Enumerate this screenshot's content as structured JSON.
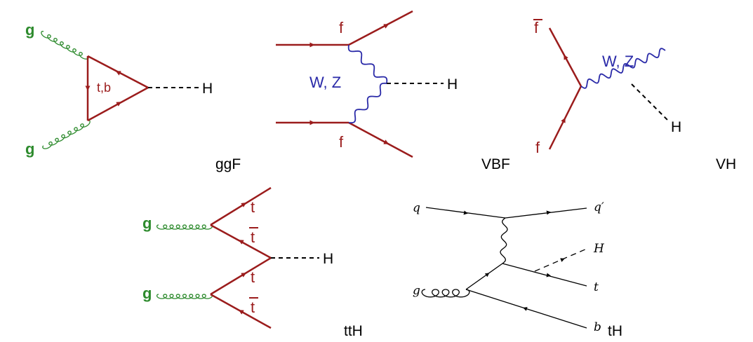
{
  "colors": {
    "fermion": "#9b1c1c",
    "gluon": "#2e8b2e",
    "boson": "#2a2aa8",
    "scalar": "#000000",
    "plain": "#000000"
  },
  "diagrams": {
    "ggF": {
      "caption": "ggF",
      "g_top": "g",
      "g_bottom": "g",
      "loop": "t,b",
      "higgs": "H"
    },
    "VBF": {
      "caption": "VBF",
      "f_top": "f",
      "f_bottom": "f",
      "boson": "W, Z",
      "higgs": "H"
    },
    "VH": {
      "caption": "VH",
      "fbar": "f",
      "f": "f",
      "boson": "W, Z",
      "higgs": "H"
    },
    "ttH": {
      "caption": "ttH",
      "g_top": "g",
      "g_bottom": "g",
      "t1": "t",
      "tbar1": "t",
      "t2": "t",
      "tbar2": "t",
      "higgs": "H"
    },
    "tH": {
      "caption": "tH",
      "q": "q",
      "qprime": "q′",
      "g": "g",
      "higgs": "H",
      "t": "t",
      "b": "b"
    }
  }
}
